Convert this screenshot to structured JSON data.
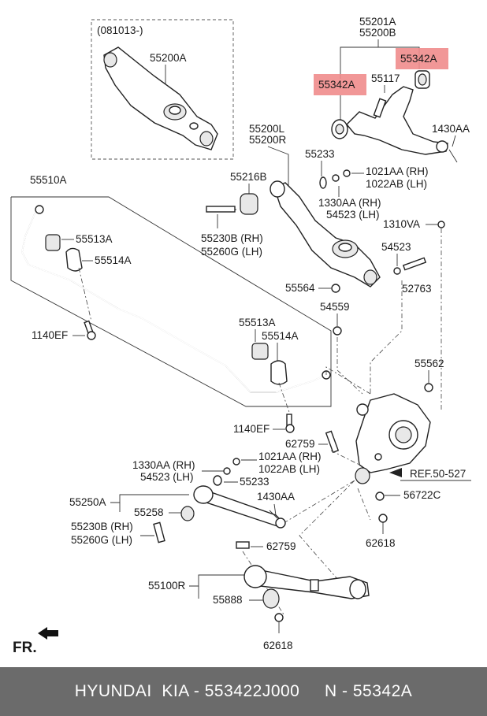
{
  "labels": {
    "note_081013": "(081013-)",
    "p55200A": "55200A",
    "p55201A": "55201A",
    "p55200B_top": "55200B",
    "p55342A_1": "55342A",
    "p55342A_2": "55342A",
    "p55117": "55117",
    "p1430AA_top": "1430AA",
    "p55200L": "55200L",
    "p55200R": "55200R",
    "p55216B": "55216B",
    "p55233_top": "55233",
    "p1021AA_top": "1021AA (RH)",
    "p1022AB_top": "1022AB (LH)",
    "p1330AA_top": "1330AA (RH)",
    "p54523_topRH": "54523 (LH)",
    "p55230B_top": "55230B (RH)",
    "p55260G_top": "55260G (LH)",
    "p1310VA": "1310VA",
    "p54523_mid": "54523",
    "p55510A": "55510A",
    "p55513A_1": "55513A",
    "p55514A_1": "55514A",
    "p55564": "55564",
    "p52763": "52763",
    "p54559": "54559",
    "p1140EF_1": "1140EF",
    "p55513A_2": "55513A",
    "p55514A_2": "55514A",
    "p55562": "55562",
    "p1140EF_2": "1140EF",
    "p62759_1": "62759",
    "p1330AA_bot": "1330AA (RH)",
    "p54523_bot": "54523 (LH)",
    "p1021AA_bot": "1021AA (RH)",
    "p1022AB_bot": "1022AB (LH)",
    "p55233_bot": "55233",
    "ref": "REF.50-527",
    "p55250A": "55250A",
    "p1430AA_bot": "1430AA",
    "p56722C": "56722C",
    "p55258": "55258",
    "p55230B_bot": "55230B (RH)",
    "p55260G_bot": "55260G (LH)",
    "p62618_1": "62618",
    "p62759_2": "62759",
    "p55100R": "55100R",
    "p55888": "55888",
    "p62618_2": "62618",
    "fr": "FR."
  },
  "highlight_color": "#f08c8c",
  "footer": {
    "text": "HYUNDAI  KIA - 553422J000     N - 55342A"
  }
}
